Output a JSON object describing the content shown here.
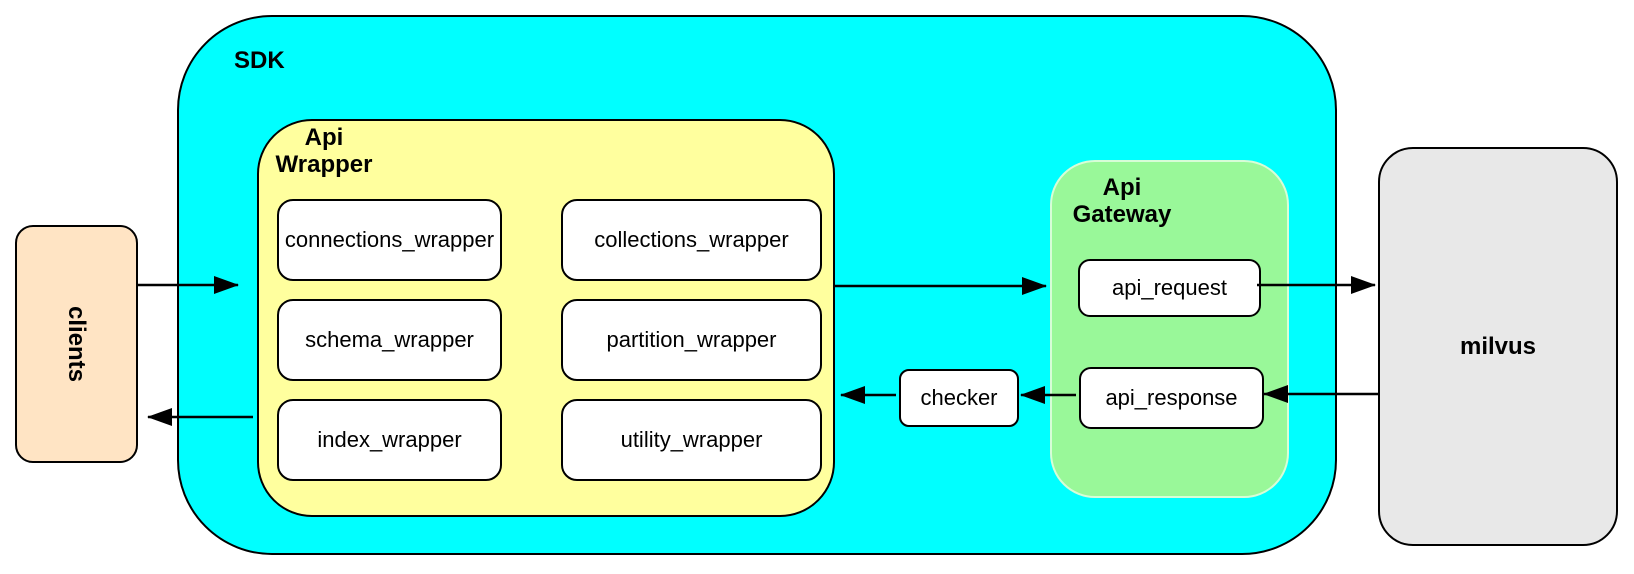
{
  "colors": {
    "cyan": "#00FFFF",
    "yellow": "#FFFF9E",
    "green": "#99F899",
    "peach": "#FFE4C4",
    "gray": "#E8E8E8",
    "box_bg": "#FFFFFF",
    "line": "#000000"
  },
  "nodes": {
    "clients": {
      "label": "clients"
    },
    "sdk": {
      "label": "SDK"
    },
    "api_wrapper": {
      "label_line1": "Api",
      "label_line2": "Wrapper",
      "children": [
        "connections_wrapper",
        "collections_wrapper",
        "schema_wrapper",
        "partition_wrapper",
        "index_wrapper",
        "utility_wrapper"
      ]
    },
    "checker": {
      "label": "checker"
    },
    "api_gateway": {
      "label_line1": "Api",
      "label_line2": "Gateway",
      "children": [
        "api_request",
        "api_response"
      ]
    },
    "milvus": {
      "label": "milvus"
    }
  },
  "edges": [
    {
      "from": "clients",
      "to": "sdk"
    },
    {
      "from": "api_wrapper",
      "to": "clients"
    },
    {
      "from": "api_wrapper",
      "to": "api_gateway"
    },
    {
      "from": "api_request",
      "to": "milvus"
    },
    {
      "from": "milvus",
      "to": "api_response"
    },
    {
      "from": "api_response",
      "to": "checker"
    },
    {
      "from": "checker",
      "to": "api_wrapper"
    }
  ]
}
